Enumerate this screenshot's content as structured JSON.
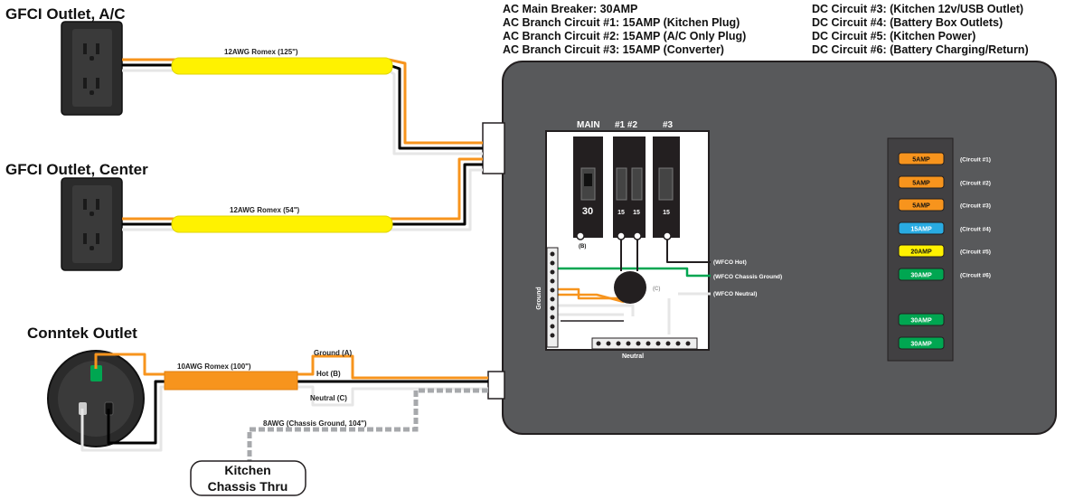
{
  "header": {
    "ac_lines": [
      "AC Main Breaker: 30AMP",
      "AC Branch Circuit #1: 15AMP (Kitchen Plug)",
      "AC Branch Circuit #2: 15AMP (A/C Only Plug)",
      "AC Branch Circuit #3: 15AMP (Converter)"
    ],
    "dc_lines": [
      "DC Circuit #3: (Kitchen 12v/USB Outlet)",
      "DC Circuit #4: (Battery Box Outlets)",
      "DC Circuit #5: (Kitchen Power)",
      "DC Circuit #6: (Battery Charging/Return)"
    ]
  },
  "outlets": {
    "gfci_ac": "GFCI Outlet, A/C",
    "gfci_center": "GFCI Outlet, Center",
    "conntek": "Conntek Outlet"
  },
  "cables": {
    "romex_ac": "12AWG Romex  (125\")",
    "romex_center": "12AWG Romex  (54\")",
    "romex_conntek": "10AWG Romex (100\")",
    "ground_a": "Ground (A)",
    "hot_b": "Hot (B)",
    "neutral_c": "Neutral (C)",
    "chassis_ground": "8AWG (Chassis Ground, 104\")"
  },
  "kitchen_box": {
    "line1": "Kitchen",
    "line2": "Chassis Thru"
  },
  "panel": {
    "breaker_labels": [
      "MAIN",
      "#1 #2",
      "#3"
    ],
    "breaker_ratings": [
      "30",
      "15",
      "15",
      "15"
    ],
    "breaker_b_label": "(B)",
    "breaker_c_label": "(C)",
    "ground_bar": "Ground",
    "neutral_bar": "Neutral",
    "wfco_hot": "(WFCO Hot)",
    "wfco_chassis": "(WFCO Chassis Ground)",
    "wfco_neutral": "(WFCO Neutral)"
  },
  "fuses": [
    {
      "label": "5AMP",
      "circuit": "(Circuit #1)",
      "color": "#f7941d"
    },
    {
      "label": "5AMP",
      "circuit": "(Circuit #2)",
      "color": "#f7941d"
    },
    {
      "label": "5AMP",
      "circuit": "(Circuit #3)",
      "color": "#f7941d"
    },
    {
      "label": "15AMP",
      "circuit": "(Circuit #4)",
      "color": "#29abe2"
    },
    {
      "label": "20AMP",
      "circuit": "(Circuit #5)",
      "color": "#fff200"
    },
    {
      "label": "30AMP",
      "circuit": "(Circuit #6)",
      "color": "#00a651"
    },
    {
      "label": "30AMP",
      "circuit": "",
      "color": "#00a651"
    },
    {
      "label": "30AMP",
      "circuit": "",
      "color": "#00a651"
    }
  ],
  "colors": {
    "panel_body": "#58595b",
    "romex_jacket": "#fff200",
    "romex_10awg": "#f7941d",
    "hot_wire": "#000000",
    "neutral_wire": "#e6e6e6",
    "ground_wire": "#f7941d",
    "chassis_ground_wire": "#a7a9ac"
  }
}
